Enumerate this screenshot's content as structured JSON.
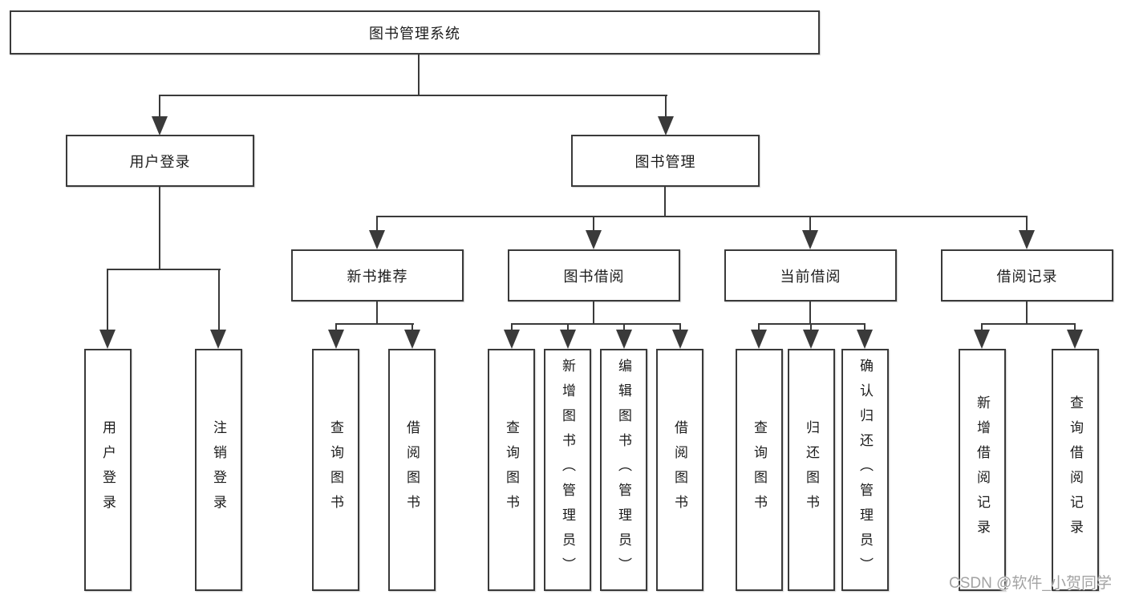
{
  "diagram": {
    "root": {
      "label": "图书管理系统"
    },
    "level2": [
      {
        "label": "用户登录"
      },
      {
        "label": "图书管理"
      }
    ],
    "level3": [
      {
        "label": "新书推荐"
      },
      {
        "label": "图书借阅"
      },
      {
        "label": "当前借阅"
      },
      {
        "label": "借阅记录"
      }
    ],
    "leaves": [
      {
        "label": "用户登录"
      },
      {
        "label": "注销登录"
      },
      {
        "label": "查询图书"
      },
      {
        "label": "借阅图书"
      },
      {
        "label": "查询图书"
      },
      {
        "label": "新增图书（管理员）"
      },
      {
        "label": "编辑图书（管理员）"
      },
      {
        "label": "借阅图书"
      },
      {
        "label": "查询图书"
      },
      {
        "label": "归还图书"
      },
      {
        "label": "确认归还（管理员）"
      },
      {
        "label": "新增借阅记录"
      },
      {
        "label": "查询借阅记录"
      }
    ]
  },
  "watermark": "CSDN @软件_小贺同学",
  "colors": {
    "line": "#3a3a3a",
    "text": "#1c1c1c",
    "background": "#ffffff",
    "watermark": "#a3a3a3"
  }
}
